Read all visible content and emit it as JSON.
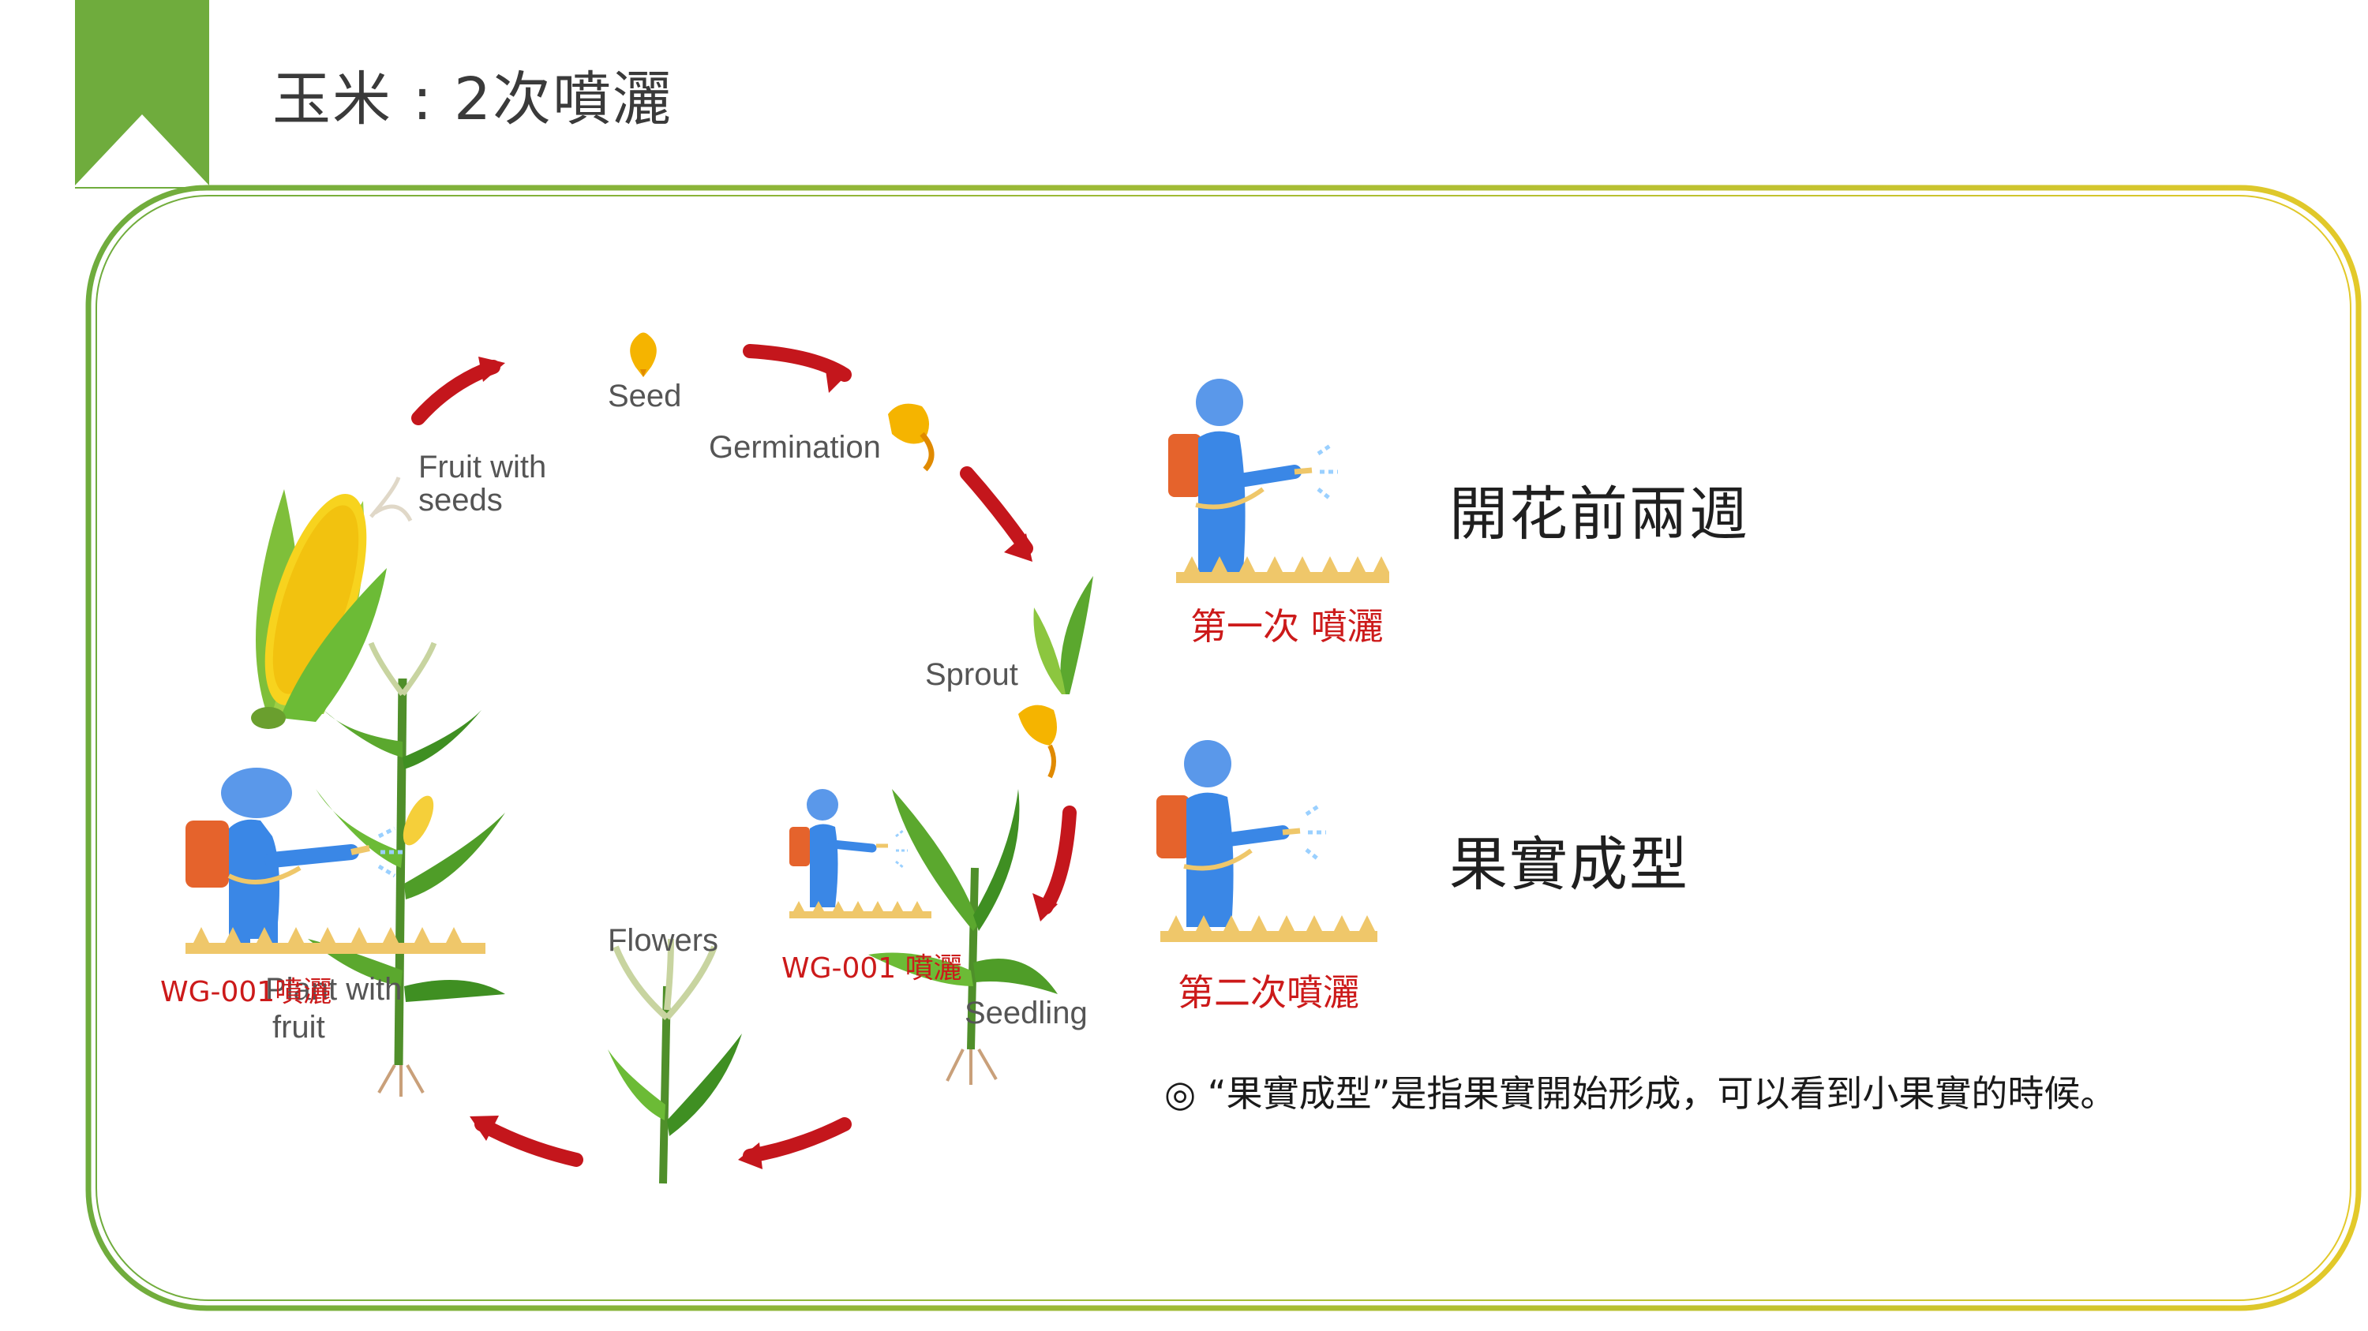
{
  "title": "玉米 : 2次噴灑",
  "colors": {
    "accent_green": "#6fac3d",
    "frame_yellow": "#e3c92a",
    "arrow_red": "#c4161c",
    "sprayer_blue": "#3a87e6",
    "tank_orange": "#e5632c",
    "ground_gold": "#efc76a",
    "label_red": "#cc1a1a"
  },
  "cycle": {
    "stages": {
      "seed": "Seed",
      "germination": "Germination",
      "sprout": "Sprout",
      "seedling": "Seedling",
      "flowers": "Flowers",
      "plant_fruit_1": "Plant with",
      "plant_fruit_2": "fruit",
      "fruit_seeds_1": "Fruit with",
      "fruit_seeds_2": "seeds"
    },
    "spray_labels": {
      "left": "WG-001噴灑",
      "middle": "WG-001 噴灑"
    }
  },
  "sprays": [
    {
      "caption": "第一次 噴灑",
      "timing": "開花前兩週"
    },
    {
      "caption": "第二次噴灑",
      "timing": "果實成型"
    }
  ],
  "note": "◎ “果實成型”是指果實開始形成，可以看到小果實的時候。"
}
